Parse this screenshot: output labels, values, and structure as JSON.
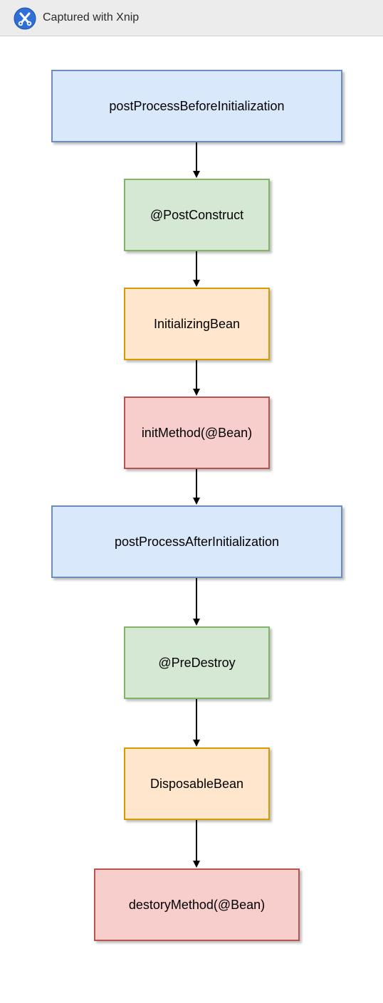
{
  "window": {
    "title": "Captured with Xnip",
    "icon": "xnip-scissors-icon"
  },
  "diagram": {
    "colors": {
      "blue_fill": "#dae8fc",
      "blue_stroke": "#6c8ebf",
      "green_fill": "#d5e8d4",
      "green_stroke": "#82b366",
      "orange_fill": "#ffe6cc",
      "orange_stroke": "#d79b00",
      "red_fill": "#f8cecc",
      "red_stroke": "#b85450"
    },
    "nodes": [
      {
        "label": "postProcessBeforeInitialization"
      },
      {
        "label": "@PostConstruct"
      },
      {
        "label": "InitializingBean"
      },
      {
        "label": "initMethod(@Bean)"
      },
      {
        "label": "postProcessAfterInitialization"
      },
      {
        "label": "@PreDestroy"
      },
      {
        "label": "DisposableBean"
      },
      {
        "label": "destoryMethod(@Bean)"
      }
    ]
  }
}
